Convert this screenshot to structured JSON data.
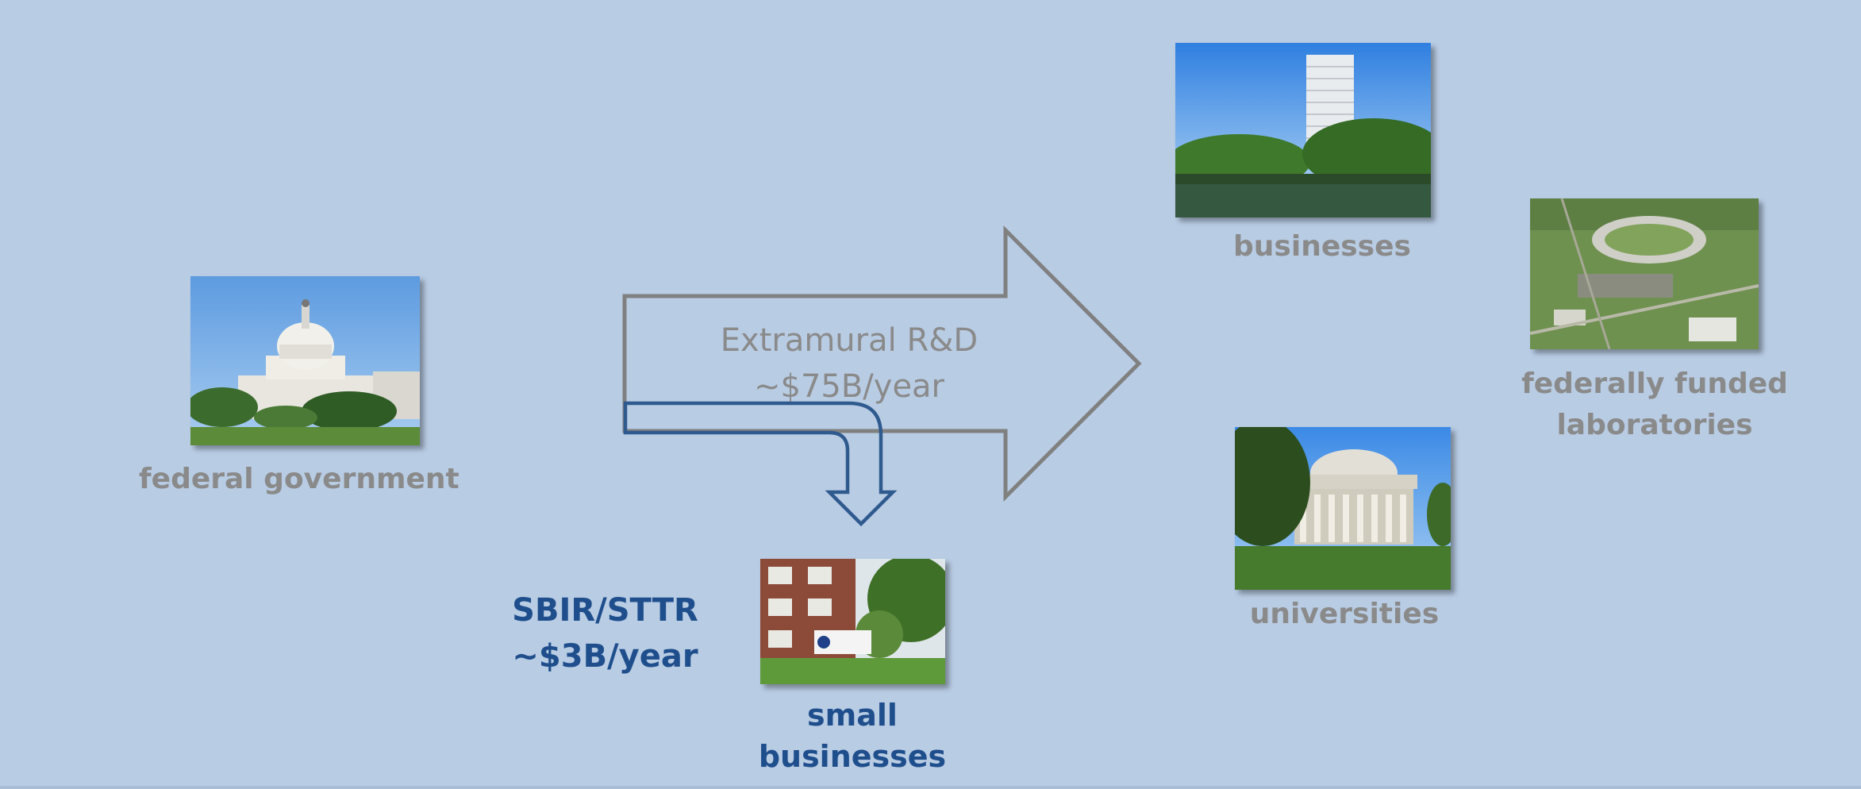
{
  "labels": {
    "federal_government": "federal government",
    "businesses": "businesses",
    "labs_line1": "federally funded",
    "labs_line2": "laboratories",
    "universities": "universities",
    "small_line1": "small",
    "small_line2": "businesses"
  },
  "flows": {
    "extramural_line1": "Extramural R&D",
    "extramural_line2": "~$75B/year",
    "sbir_line1": "SBIR/STTR",
    "sbir_line2": "~$3B/year"
  },
  "colors": {
    "background": "#b8cce4",
    "gray_text": "#8a8a8a",
    "blue_text": "#1f4e8c",
    "big_arrow_stroke": "#808080",
    "small_arrow_stroke": "#2f5a8e"
  }
}
